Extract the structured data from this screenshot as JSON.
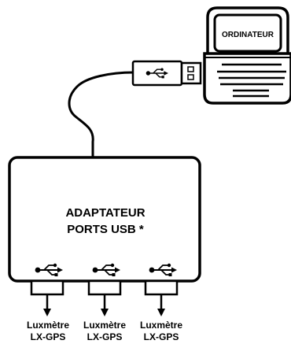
{
  "computer": {
    "label": "ORDINATEUR",
    "icon": "laptop-icon"
  },
  "usb_plug": {
    "icon": "usb-icon"
  },
  "adapter": {
    "line1": "ADAPTATEUR",
    "line2": "PORTS USB *"
  },
  "ports": [
    {
      "icon": "usb-icon",
      "device_line1": "Luxmètre",
      "device_line2": "LX-GPS"
    },
    {
      "icon": "usb-icon",
      "device_line1": "Luxmètre",
      "device_line2": "LX-GPS"
    },
    {
      "icon": "usb-icon",
      "device_line1": "Luxmètre",
      "device_line2": "LX-GPS"
    }
  ],
  "colors": {
    "stroke": "#000000",
    "fill": "#ffffff"
  }
}
